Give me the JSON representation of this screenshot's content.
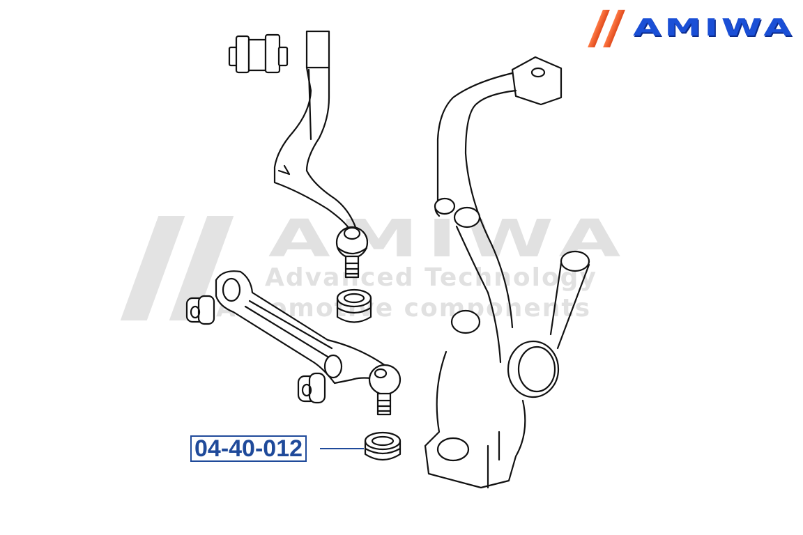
{
  "brand": {
    "logo_text": "AMIWA",
    "slash_color": "#f05a28",
    "text_color": "#1a4fd6"
  },
  "watermark": {
    "title": "AMIWA",
    "line1": "Advanced Technology",
    "line2": "Automotive components",
    "color": "#e1e1e1"
  },
  "diagram": {
    "description": "Exploded view of front suspension: upper control arm with bushing and ball joint, lower control arm with bushings and ball joint, steering knuckle, ball joint dust boots",
    "parts": [
      {
        "name": "upper-arm-bushing"
      },
      {
        "name": "upper-control-arm"
      },
      {
        "name": "upper-ball-joint-boot"
      },
      {
        "name": "lower-control-arm"
      },
      {
        "name": "lower-arm-bushing-front"
      },
      {
        "name": "lower-arm-bushing-rear"
      },
      {
        "name": "lower-ball-joint-boot",
        "highlighted": true
      },
      {
        "name": "steering-knuckle"
      }
    ]
  },
  "callout": {
    "part_number": "04-40-012",
    "color": "#1f4a9a"
  }
}
